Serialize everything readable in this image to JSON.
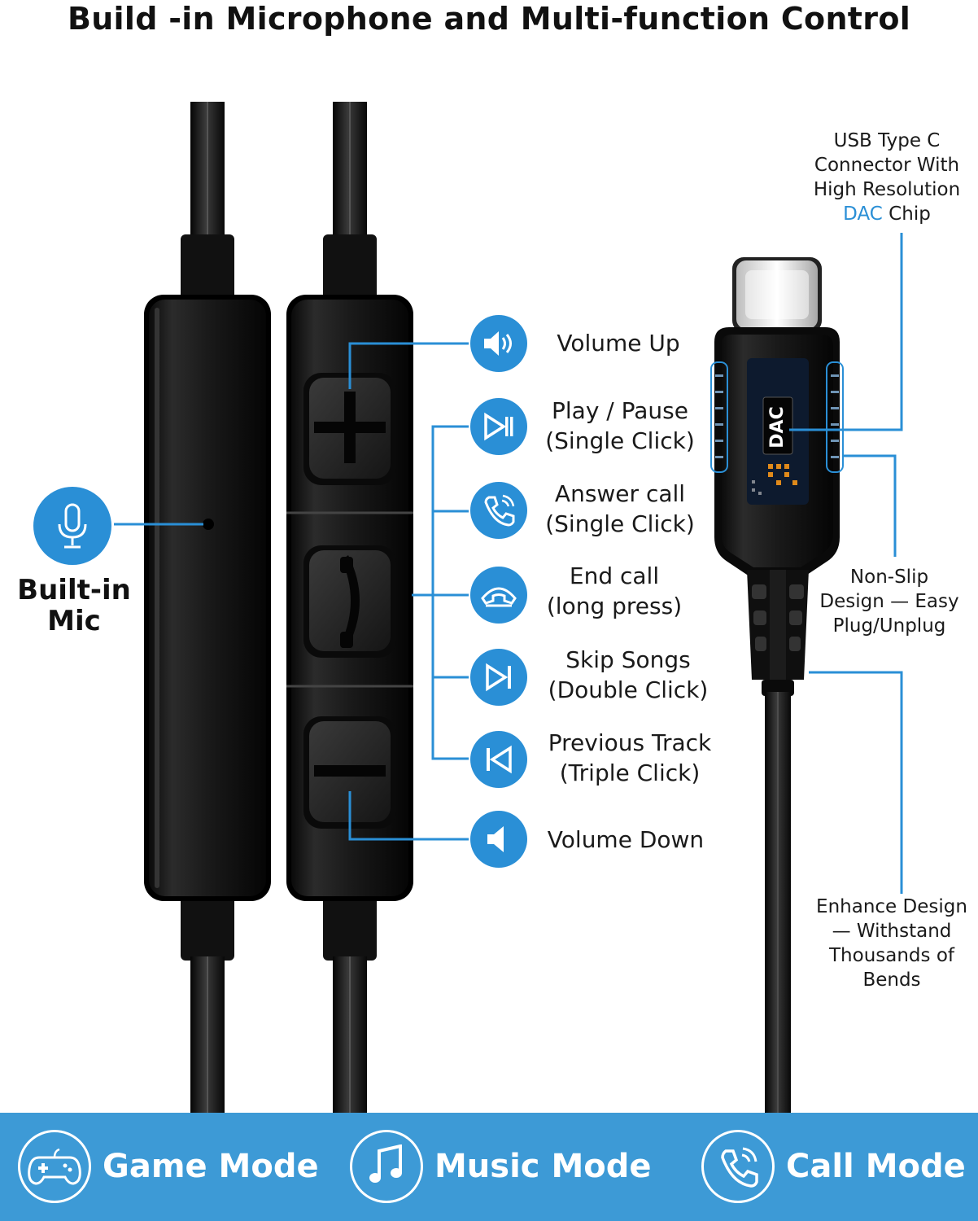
{
  "title": "Build -in Microphone and Multi-function Control",
  "mic": {
    "label_line1": "Built-in",
    "label_line2": "Mic",
    "icon": "microphone-icon"
  },
  "functions": [
    {
      "icon": "volume-up-icon",
      "line1": "Volume Up",
      "line2": ""
    },
    {
      "icon": "play-pause-icon",
      "line1": "Play / Pause",
      "line2": "(Single Click)"
    },
    {
      "icon": "phone-answer-icon",
      "line1": "Answer call",
      "line2": "(Single Click)"
    },
    {
      "icon": "phone-end-icon",
      "line1": "End call",
      "line2": "(long press)"
    },
    {
      "icon": "skip-next-icon",
      "line1": "Skip Songs",
      "line2": "(Double Click)"
    },
    {
      "icon": "previous-track-icon",
      "line1": "Previous Track",
      "line2": "(Triple Click)"
    },
    {
      "icon": "volume-down-icon",
      "line1": "Volume Down",
      "line2": ""
    }
  ],
  "connector": {
    "usb_line1": "USB Type C",
    "usb_line2": "Connector With",
    "usb_line3": "High Resolution",
    "usb_line4_highlight": "DAC",
    "usb_line4_rest": " Chip",
    "chip_label": "DAC",
    "nonslip_line1": "Non-Slip",
    "nonslip_line2": "Design — Easy",
    "nonslip_line3": "Plug/Unplug",
    "bend_line1": "Enhance Design",
    "bend_line2": "— Withstand",
    "bend_line3": "Thousands of",
    "bend_line4": "Bends"
  },
  "modes": [
    {
      "label": "Game Mode",
      "icon": "gamepad-icon"
    },
    {
      "label": "Music Mode",
      "icon": "music-note-icon"
    },
    {
      "label": "Call Mode",
      "icon": "phone-call-icon"
    }
  ],
  "colors": {
    "accent": "#2a8fd6",
    "bar": "#3d9ad6",
    "device": "#0d0d0d"
  }
}
